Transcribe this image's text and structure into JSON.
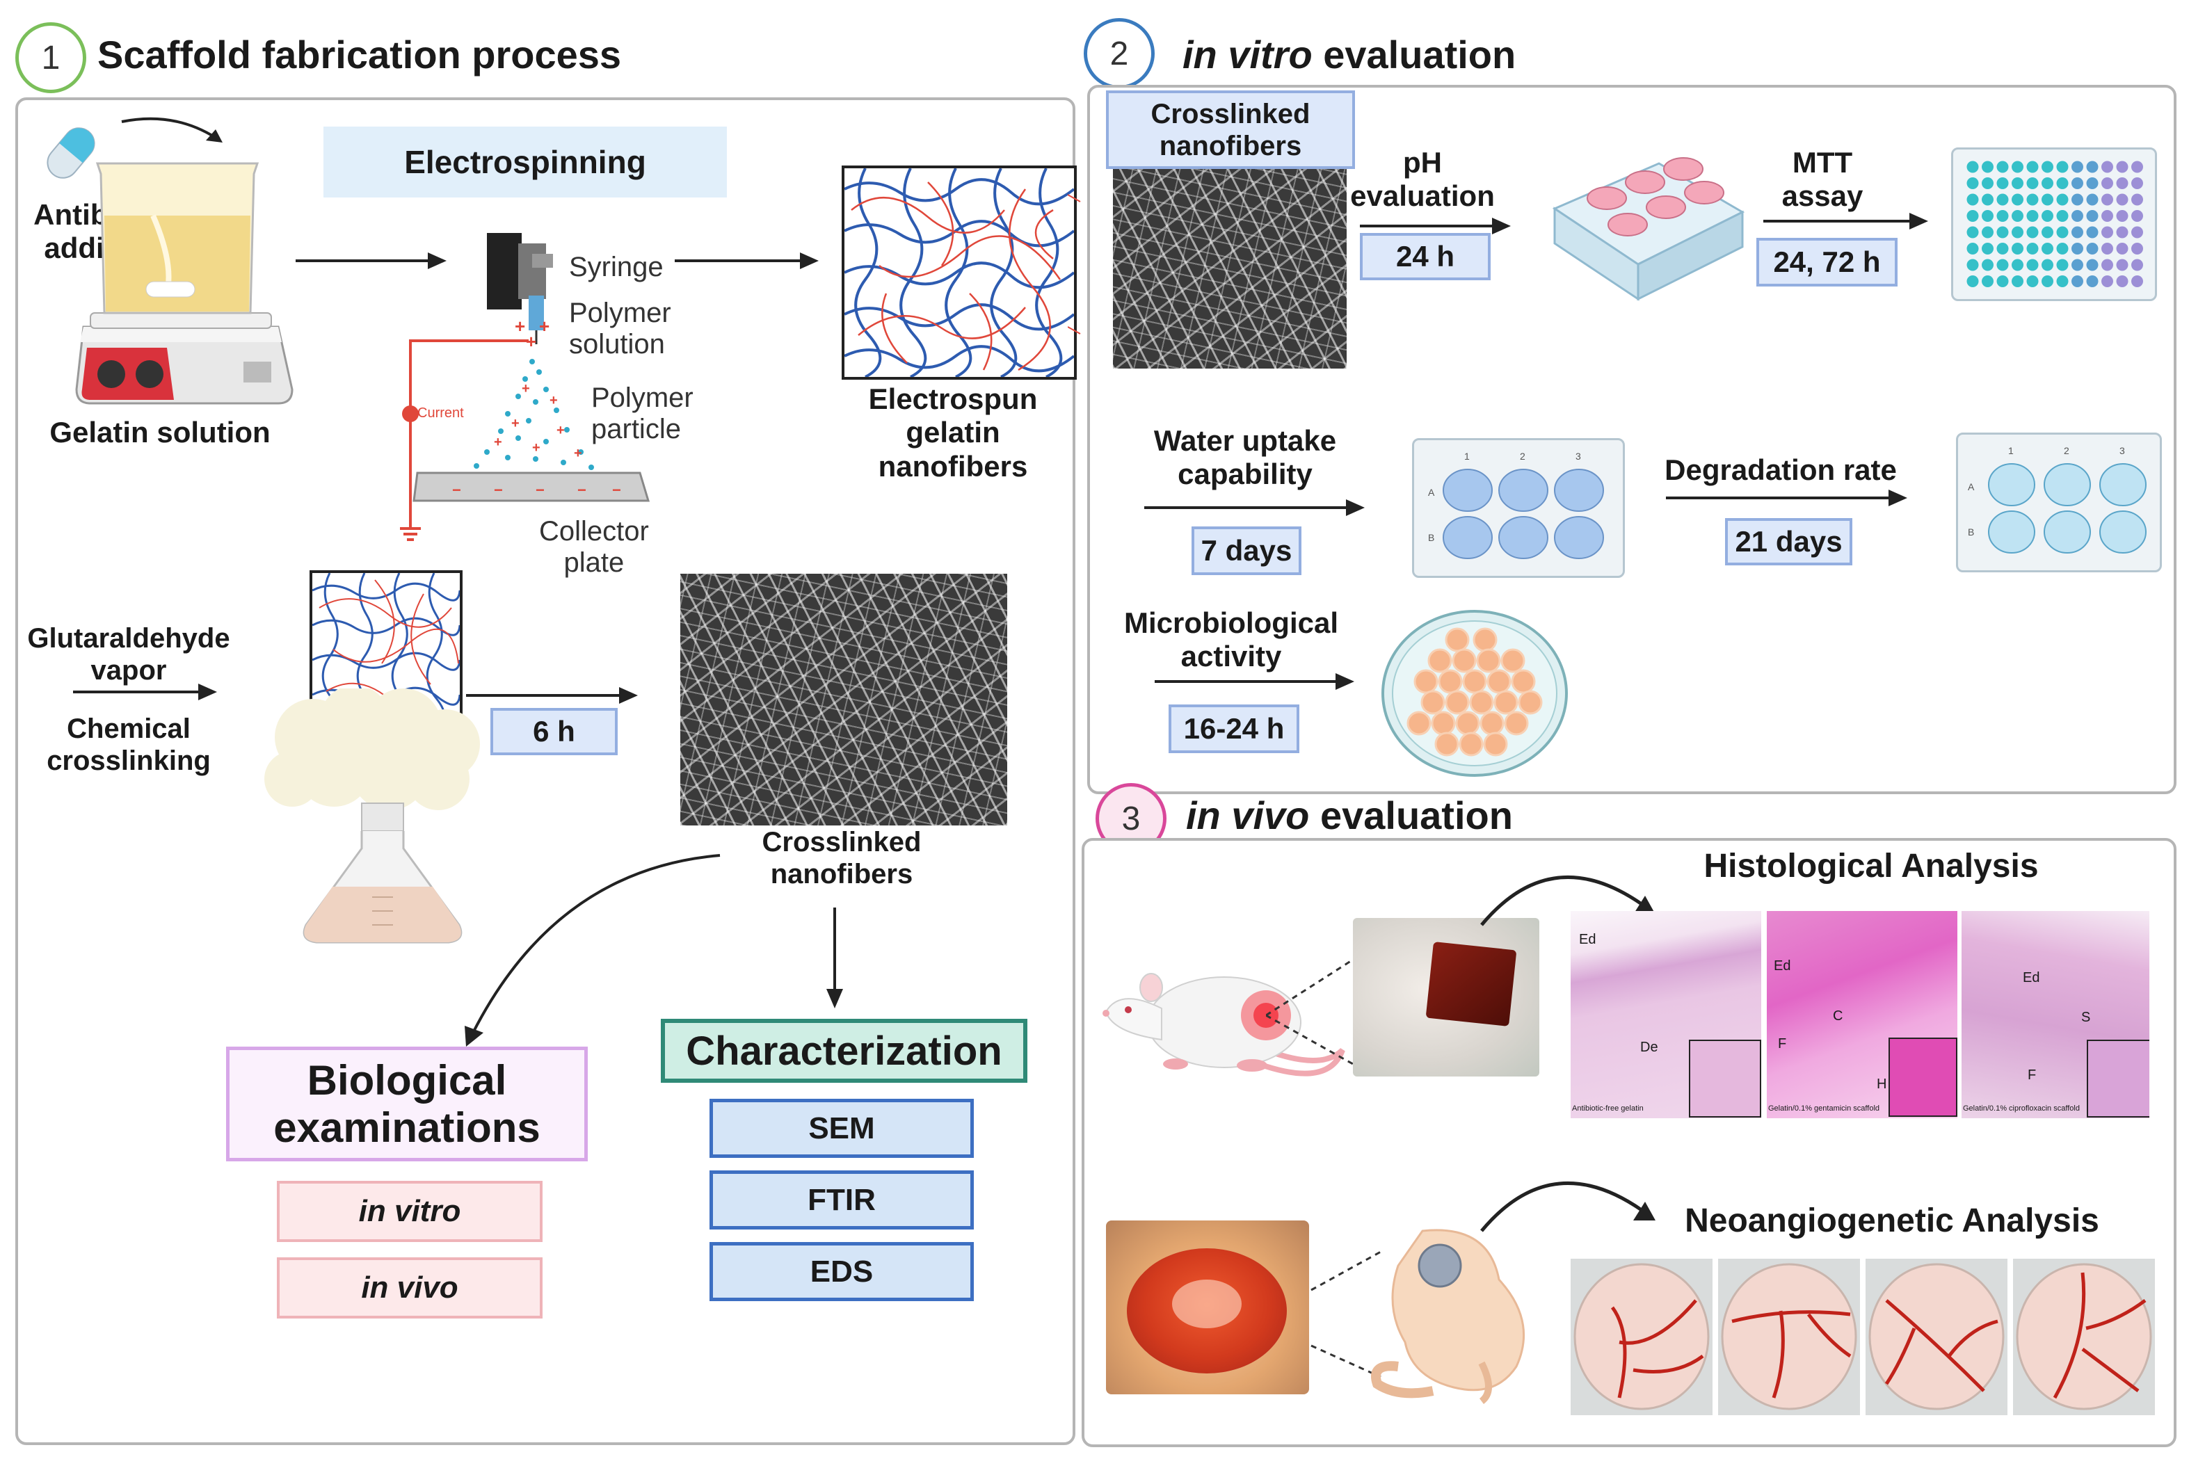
{
  "section1": {
    "number": "1",
    "title": "Scaffold fabrication process",
    "antibiotic_label": "Antibiotic\naddition",
    "gelatin_label": "Gelatin solution",
    "electrospinning_label": "Electrospinning",
    "syringe_label": "Syringe",
    "polymer_solution_label": "Polymer\nsolution",
    "polymer_particle_label": "Polymer\nparticle",
    "current_label": "Current",
    "collector_label": "Collector\nplate",
    "electrospun_label": "Electrospun\ngelatin\nnanofibers",
    "glutaraldehyde_label": "Glutaraldehyde\nvapor",
    "chemical_label": "Chemical\ncrosslinking",
    "time_6h": "6 h",
    "crosslinked_label": "Crosslinked\nnanofibers",
    "biological_label": "Biological\nexaminations",
    "in_vitro": "in vitro",
    "in_vivo": "in vivo",
    "characterization_label": "Characterization",
    "char_items": [
      "SEM",
      "FTIR",
      "EDS"
    ]
  },
  "section2": {
    "number": "2",
    "title_italic": "in vitro",
    "title_rest": " evaluation",
    "crosslinked_label": "Crosslinked\nnanofibers",
    "ph_label": "pH\nevaluation",
    "ph_time": "24 h",
    "mtt_label": "MTT\nassay",
    "mtt_time": "24, 72 h",
    "water_label": "Water uptake\ncapability",
    "water_time": "7 days",
    "degradation_label": "Degradation rate",
    "degradation_time": "21 days",
    "micro_label": "Microbiological\nactivity",
    "micro_time": "16-24 h",
    "plate_cols": [
      "1",
      "2",
      "3"
    ],
    "plate_rows": [
      "A",
      "B"
    ]
  },
  "section3": {
    "number": "3",
    "title_italic": "in vivo",
    "title_rest": " evaluation",
    "histo_label": "Histological Analysis",
    "neo_label": "Neoangiogenetic Analysis",
    "histo_panels": [
      {
        "marks": [
          "Ed",
          "De"
        ],
        "caption": "Antibiotic-free gelatin"
      },
      {
        "marks": [
          "Ed",
          "C",
          "F",
          "H"
        ],
        "caption": "Gelatin/0.1% gentamicin scaffold"
      },
      {
        "marks": [
          "Ed",
          "S",
          "F"
        ],
        "caption": "Gelatin/0.1% ciprofloxacin scaffold"
      }
    ]
  },
  "colors": {
    "section1_circle": "#7bbf5a",
    "section2_circle": "#3a7bbf",
    "section3_circle": "#d9479a",
    "fiber_blue": "#2d5bb0",
    "fiber_red": "#e0473a",
    "tag_border": "#93aee0",
    "teal": "#2f8a77"
  }
}
